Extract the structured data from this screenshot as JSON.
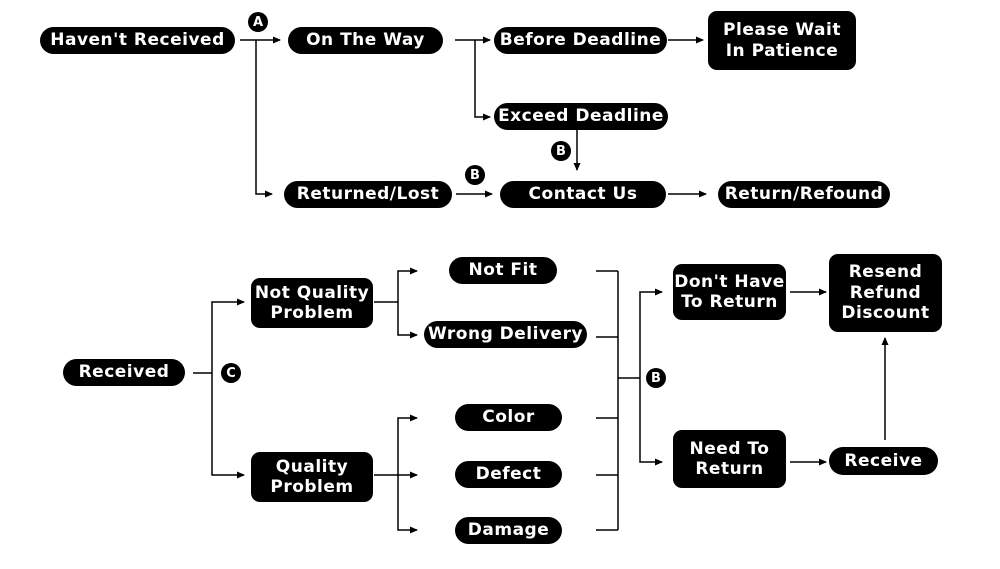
{
  "nodes": {
    "havent_received": "Haven't Received",
    "on_the_way": "On The Way",
    "before_deadline": "Before Deadline",
    "please_wait": "Please Wait\nIn Patience",
    "exceed_deadline": "Exceed Deadline",
    "returned_lost": "Returned/Lost",
    "contact_us": "Contact Us",
    "return_refound": "Return/Refound",
    "received": "Received",
    "not_quality_problem": "Not Quality\nProblem",
    "quality_problem": "Quality\nProblem",
    "not_fit": "Not Fit",
    "wrong_delivery": "Wrong Delivery",
    "color": "Color",
    "defect": "Defect",
    "damage": "Damage",
    "dont_have_to_return": "Don't Have\nTo Return",
    "need_to_return": "Need To\nReturn",
    "resend_refund_discount": "Resend\nRefund\nDiscount",
    "receive": "Receive"
  },
  "markers": {
    "a": "A",
    "b_top": "B",
    "b_mid": "B",
    "b_bottom": "B",
    "c": "C"
  }
}
